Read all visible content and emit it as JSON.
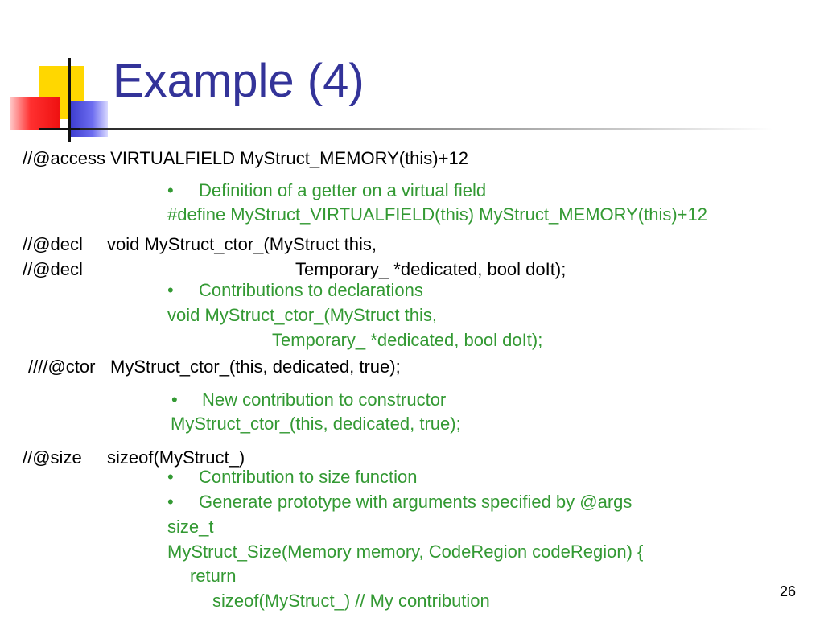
{
  "slide": {
    "title": "Example (4)",
    "page_number": "26",
    "colors": {
      "title": "#333399",
      "code": "#000000",
      "note": "#339933"
    }
  },
  "content": {
    "access_line": "//@access VIRTUALFIELD MyStruct_MEMORY(this)+12",
    "access_bullet": "Definition of a getter on a virtual field",
    "access_define": "#define MyStruct_VIRTUALFIELD(this) MyStruct_MEMORY(this)+12",
    "decl_line1_tag": "//@decl",
    "decl_line1_code": "void MyStruct_ctor_(MyStruct this,",
    "decl_line2_tag": "//@decl",
    "decl_line2_code": "Temporary_ *dedicated, bool doIt);",
    "decl_bullet": "Contributions to declarations",
    "decl_sig1": "void MyStruct_ctor_(MyStruct this,",
    "decl_sig2": "Temporary_ *dedicated, bool doIt);",
    "ctor_tag": "////@ctor",
    "ctor_code": "MyStruct_ctor_(this, dedicated, true);",
    "ctor_bullet": "New contribution to constructor",
    "ctor_call": "MyStruct_ctor_(this, dedicated, true);",
    "size_tag": "//@size",
    "size_code": "sizeof(MyStruct_)",
    "size_bullet1": "Contribution to size function",
    "size_bullet2": "Generate prototype with arguments specified by @args",
    "size_line1": "size_t",
    "size_line2": "MyStruct_Size(Memory memory, CodeRegion codeRegion) {",
    "size_line3": "return",
    "size_line4": "sizeof(MyStruct_) // My contribution",
    "bullet_glyph": "•"
  }
}
